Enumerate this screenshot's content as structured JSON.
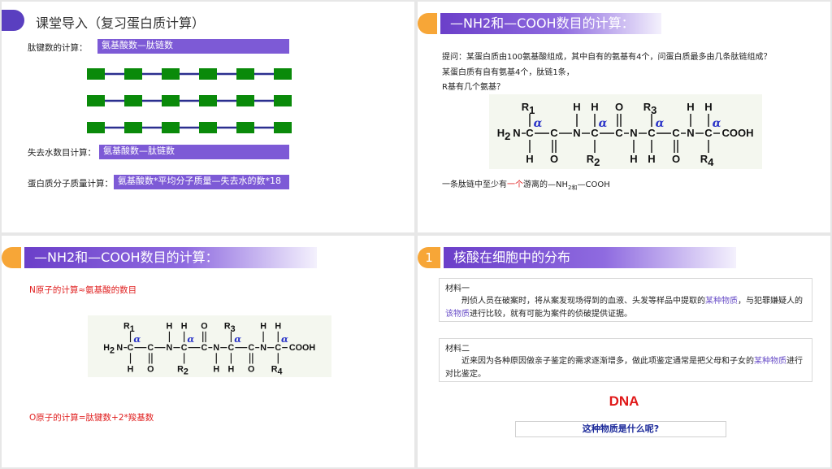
{
  "panel1": {
    "title": "课堂导入（复习蛋白质计算）",
    "peptide_label": "肽键数的计算：",
    "peptide_formula": "氨基酸数—肽链数",
    "water_label": "失去水数目计算：",
    "water_formula": "氨基酸数—肽链数",
    "mass_label": "蛋白质分子质量计算：",
    "mass_formula": "氨基酸数*平均分子质量—失去水的数*18",
    "colors": {
      "accent": "#7d5ad6",
      "bead": "#0a8a0a",
      "link": "#2b2f8f"
    }
  },
  "panel2": {
    "title": "—NH2和—COOH数目的计算：",
    "question": "提问：某蛋白质由100氨基酸组成，其中自有的氨基有4个，问蛋白质最多由几条肽链组成？",
    "line2": "某蛋白质有自有氨基4个，肽链1条，",
    "line3": "R基有几个氨基？",
    "conclusion_a": "一条肽链中至少有",
    "conclusion_b": "一个",
    "conclusion_c": "游离的—NH",
    "conclusion_sub": "2和",
    "conclusion_d": "—COOH"
  },
  "panel3": {
    "title": "—NH2和—COOH数目的计算：",
    "n_rule": "N原子的计算≈氨基酸的数目",
    "o_rule": "O原子的计算=肽键数+2*羧基数"
  },
  "panel4": {
    "number": "1",
    "title": "核酸在细胞中的分布",
    "m1_title": "材料一",
    "m1_a": "刑侦人员在破案时，将从案发现场得到的血液、头发等样品中提取的",
    "m1_hl1": "某种物质",
    "m1_b": "，与犯罪嫌疑",
    "m1_c": "人的",
    "m1_hl2": "该物质",
    "m1_d": "进行比较，就有可能为案件的侦破提供证据。",
    "m2_title": "材料二",
    "m2_a": "近来因为各种原因做亲子鉴定的需求逐渐增多，做此项鉴定通常是把父母和子女的",
    "m2_hl": "某种物质",
    "m2_b": "进行对比鉴定。",
    "answer": "DNA",
    "question": "这种物质是什么呢?"
  },
  "formula": {
    "h2n": "H2N",
    "r1": "R1",
    "r2": "R2",
    "r3": "R3",
    "r4": "R4",
    "atoms": {
      "c": "C",
      "n": "N",
      "h": "H",
      "o": "O",
      "cooh": "COOH",
      "alpha": "α"
    }
  }
}
